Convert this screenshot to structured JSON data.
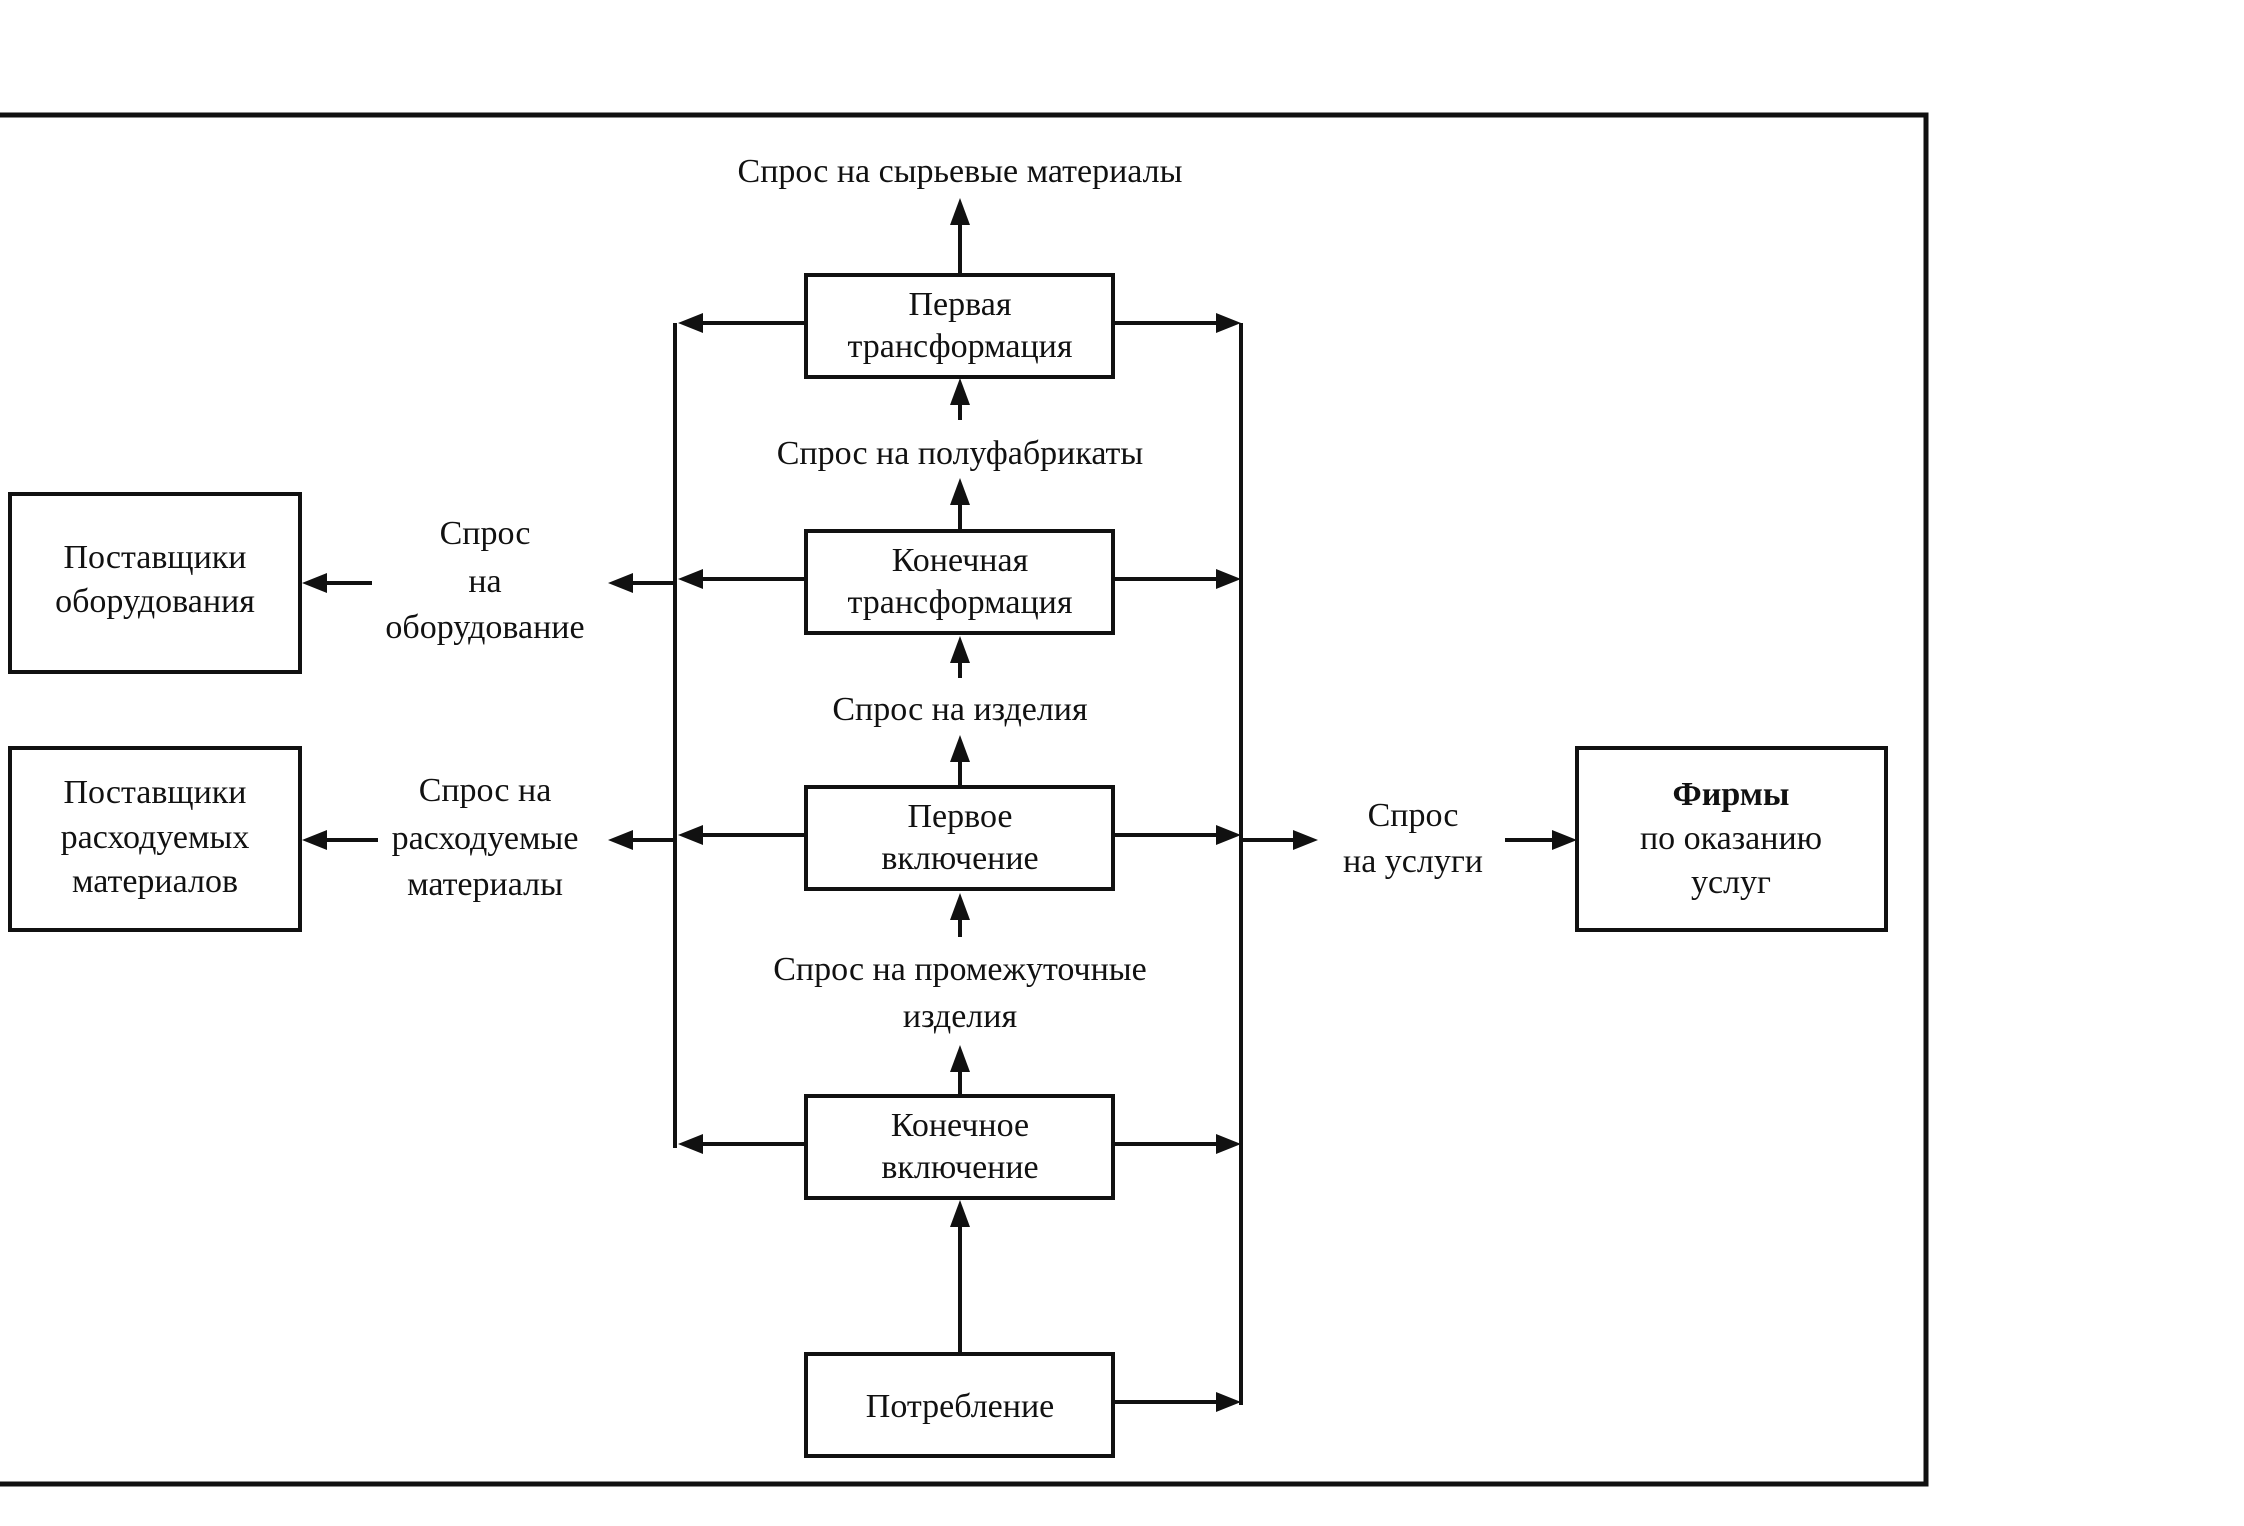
{
  "diagram": {
    "top_label": "Спрос на сырьевые материалы",
    "central_boxes": [
      {
        "id": "first-transformation",
        "lines": [
          "Первая",
          "трансформация"
        ]
      },
      {
        "id": "final-transformation",
        "lines": [
          "Конечная",
          "трансформация"
        ]
      },
      {
        "id": "first-inclusion",
        "lines": [
          "Первое",
          "включение"
        ]
      },
      {
        "id": "final-inclusion",
        "lines": [
          "Конечное",
          "включение"
        ]
      },
      {
        "id": "consumption",
        "lines": [
          "Потребление"
        ]
      }
    ],
    "between_labels": [
      {
        "lines": [
          "Спрос на полуфабрикаты"
        ]
      },
      {
        "lines": [
          "Спрос на изделия"
        ]
      },
      {
        "lines": [
          "Спрос на промежуточные",
          "изделия"
        ]
      }
    ],
    "left_boxes": [
      {
        "id": "equipment-suppliers",
        "lines": [
          "Поставщики",
          "оборудования"
        ]
      },
      {
        "id": "consumables-suppliers",
        "lines": [
          "Поставщики",
          "расходуемых",
          "материалов"
        ]
      }
    ],
    "left_labels": [
      {
        "lines": [
          "Спрос",
          "на",
          "оборудование"
        ]
      },
      {
        "lines": [
          "Спрос на",
          "расходуемые",
          "материалы"
        ]
      }
    ],
    "right_label": {
      "lines": [
        "Спрос",
        "на услуги"
      ]
    },
    "right_box": {
      "id": "service-firms",
      "lines": [
        "Фирмы",
        "по оказанию",
        "услуг"
      ]
    }
  }
}
